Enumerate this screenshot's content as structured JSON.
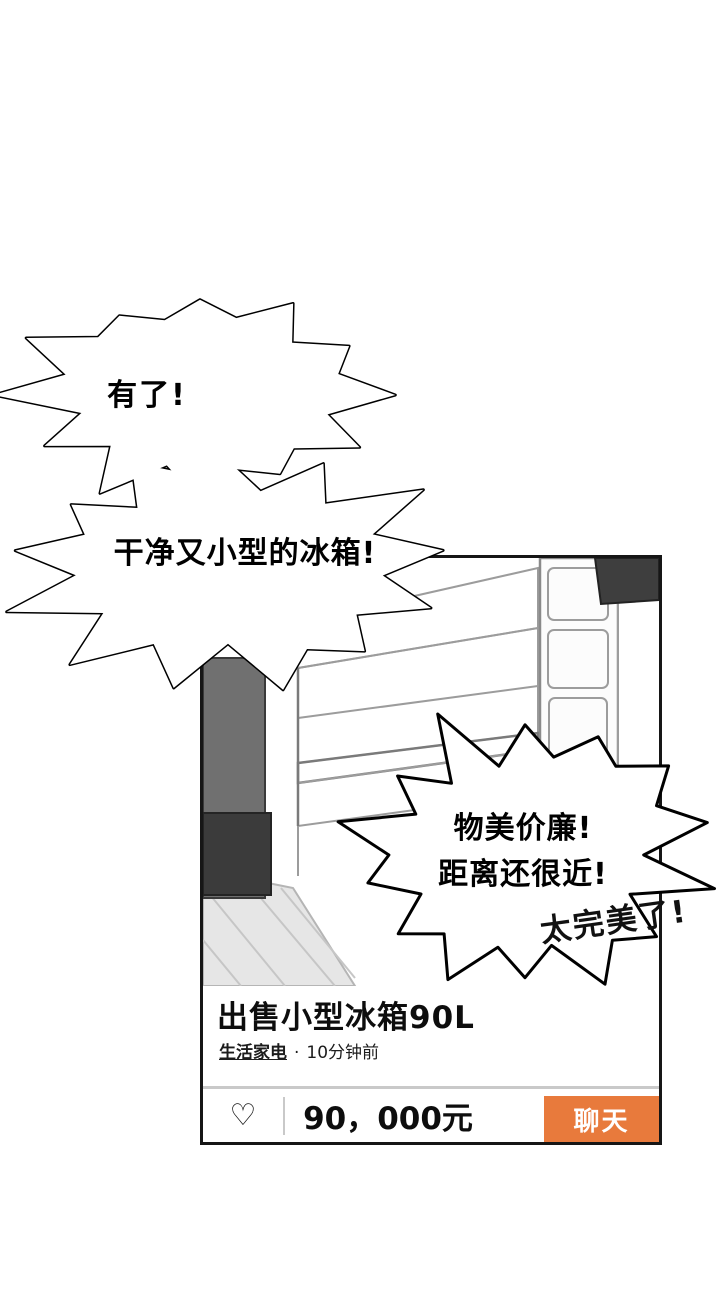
{
  "speech": {
    "bubble1": {
      "line1": "有了!",
      "line2": "干净又小型的冰箱!"
    },
    "bubble2": {
      "line1": "物美价廉!",
      "line2": "距离还很近!"
    },
    "handwritten": "太完美了!"
  },
  "listing": {
    "title": "出售小型冰箱90L",
    "category": "生活家电",
    "dot": "·",
    "time": "10分钟前",
    "price": "90，000元",
    "chat_label": "聊天",
    "heart_icon": "♡"
  },
  "colors": {
    "chat_button": "#e87a3c",
    "card_border": "#161616",
    "bubble_outline": "#000000"
  }
}
